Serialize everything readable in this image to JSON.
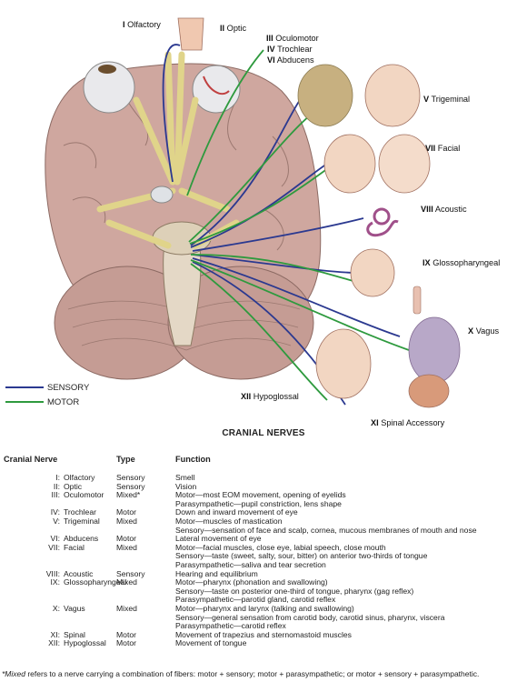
{
  "nerve_labels": [
    {
      "num": "I",
      "name": "Olfactory"
    },
    {
      "num": "II",
      "name": "Optic"
    },
    {
      "num": "III",
      "name": "Oculomotor"
    },
    {
      "num": "IV",
      "name": "Trochlear"
    },
    {
      "num": "VI",
      "name": "Abducens"
    },
    {
      "num": "V",
      "name": "Trigeminal"
    },
    {
      "num": "VII",
      "name": "Facial"
    },
    {
      "num": "VIII",
      "name": "Acoustic"
    },
    {
      "num": "IX",
      "name": "Glossopharyngeal"
    },
    {
      "num": "X",
      "name": "Vagus"
    },
    {
      "num": "XII",
      "name": "Hypoglossal"
    },
    {
      "num": "XI",
      "name": "Spinal Accessory"
    }
  ],
  "legend": [
    {
      "label": "SENSORY",
      "color": "#2b3990"
    },
    {
      "label": "MOTOR",
      "color": "#2e9a3e"
    }
  ],
  "figure_title": "CRANIAL NERVES",
  "table": {
    "headers": [
      "Cranial Nerve",
      "Type",
      "Function"
    ],
    "rows": [
      {
        "num": "I:",
        "name": "Olfactory",
        "type": "Sensory",
        "func": [
          "Smell"
        ]
      },
      {
        "num": "II:",
        "name": "Optic",
        "type": "Sensory",
        "func": [
          "Vision"
        ]
      },
      {
        "num": "III:",
        "name": "Oculomotor",
        "type": "Mixed*",
        "func": [
          "Motor—most EOM movement, opening of eyelids",
          "Parasympathetic—pupil constriction, lens shape"
        ]
      },
      {
        "num": "IV:",
        "name": "Trochlear",
        "type": "Motor",
        "func": [
          "Down and inward movement of eye"
        ]
      },
      {
        "num": "V:",
        "name": "Trigeminal",
        "type": "Mixed",
        "func": [
          "Motor—muscles of mastication",
          "Sensory—sensation of face and scalp, cornea, mucous membranes of mouth and nose"
        ]
      },
      {
        "num": "VI:",
        "name": "Abducens",
        "type": "Motor",
        "func": [
          "Lateral movement of eye"
        ]
      },
      {
        "num": "VII:",
        "name": "Facial",
        "type": "Mixed",
        "func": [
          "Motor—facial muscles, close eye, labial speech, close mouth",
          "Sensory—taste (sweet, salty, sour, bitter) on anterior two-thirds of tongue",
          "Parasympathetic—saliva and tear secretion"
        ]
      },
      {
        "num": "VIII:",
        "name": "Acoustic",
        "type": "Sensory",
        "func": [
          "Hearing and equilibrium"
        ]
      },
      {
        "num": "IX:",
        "name": "Glossopharyngeal",
        "type": "Mixed",
        "func": [
          "Motor—pharynx (phonation and swallowing)",
          "Sensory—taste on posterior one-third of tongue, pharynx (gag reflex)",
          "Parasympathetic—parotid gland, carotid reflex"
        ]
      },
      {
        "num": "X:",
        "name": "Vagus",
        "type": "Mixed",
        "func": [
          "Motor—pharynx and larynx (talking and swallowing)",
          "Sensory—general sensation from carotid body, carotid sinus, pharynx, viscera",
          "Parasympathetic—carotid reflex"
        ]
      },
      {
        "num": "XI:",
        "name": "Spinal",
        "type": "Motor",
        "func": [
          "Movement of trapezius and sternomastoid muscles"
        ]
      },
      {
        "num": "XII:",
        "name": "Hypoglossal",
        "type": "Motor",
        "func": [
          "Movement of tongue"
        ]
      }
    ]
  },
  "footnote": {
    "lead": "*Mixed",
    "rest": " refers to a nerve carrying a combination of fibers: motor + sensory; motor + parasympathetic; or motor + sensory + parasympathetic."
  },
  "colors": {
    "sensory": "#2b3990",
    "motor": "#2e9a3e",
    "brain": "#c9a49c",
    "nerve_trunk": "#e8dd9a"
  }
}
